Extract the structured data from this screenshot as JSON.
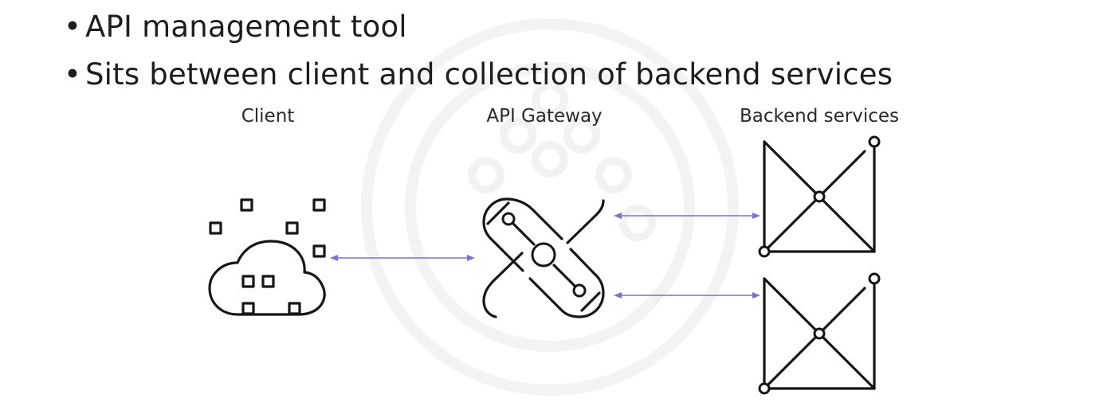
{
  "slide": {
    "bullets": [
      {
        "text": "API management tool"
      },
      {
        "text": "Sits between client and collection of backend services"
      }
    ]
  },
  "diagram": {
    "labels": {
      "client": "Client",
      "gateway": "API Gateway",
      "backend": "Backend services"
    },
    "colors": {
      "arrow": "#7b6fd6",
      "icon_stroke": "#161616"
    },
    "icons": [
      "cloud-icon",
      "gateway-icon",
      "backend-service-icon",
      "backend-service-icon"
    ]
  }
}
